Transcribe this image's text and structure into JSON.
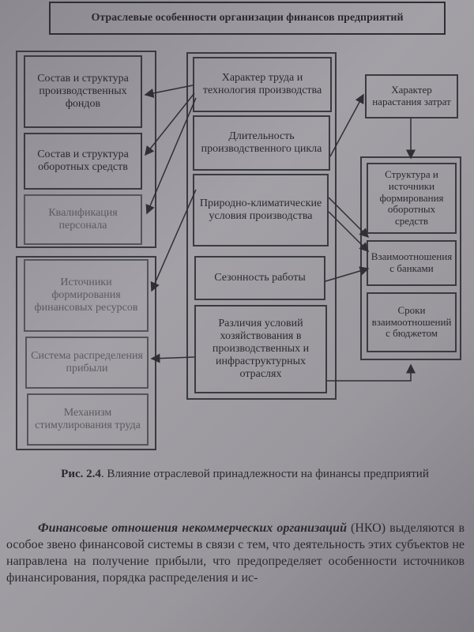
{
  "diagram": {
    "title": "Отраслевые особенности организации финансов предприятий",
    "left": [
      "Состав и структура производственных фондов",
      "Состав и структура оборотных средств",
      "Квалификация персонала",
      "Источники формирования финансовых ресурсов",
      "Система распределения прибыли",
      "Механизм стимулирования труда"
    ],
    "center": [
      "Характер труда и технология производства",
      "Длительность производственного цикла",
      "Природно-климатические условия производства",
      "Сезонность работы",
      "Различия условий хозяйствования в производственных и инфраструктурных отраслях"
    ],
    "right_top": "Характер нарастания затрат",
    "right": [
      "Структура и источники формирования оборотных средств",
      "Взаимоотношения с банками",
      "Сроки взаимоотношений с бюджетом"
    ]
  },
  "caption": {
    "label": "Рис. 2.4",
    "text": ". Влияние отраслевой принадлежности на финансы предприятий"
  },
  "body_text": {
    "emph": "Финансовые отношения некоммерческих организаций",
    "rest": " (НКО) выделяются в особое звено финансовой системы в связи с тем, что деятельность этих субъектов не направлена на получение прибыли, что предопределяет особенности источников финансирования, порядка распределения и ис-"
  }
}
